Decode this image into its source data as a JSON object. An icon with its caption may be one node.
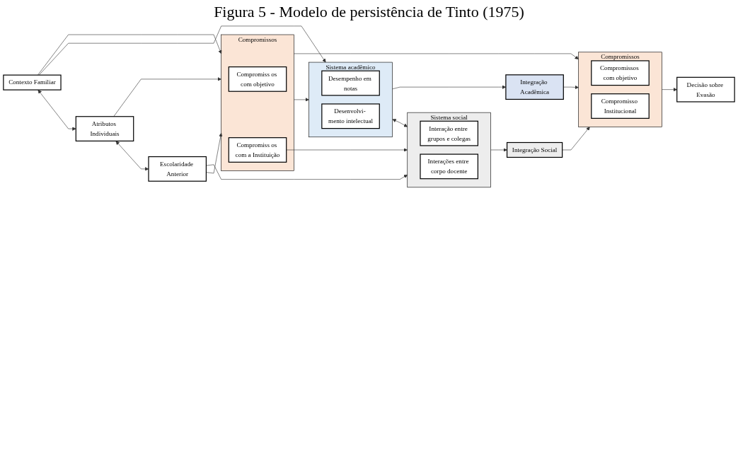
{
  "diagram": {
    "title": "Figura 5 - Modelo de persistência de Tinto (1975)",
    "nodes": [
      {
        "text": [
          "Contexto Familiar"
        ]
      },
      {
        "text": [
          "Atributos Individuais"
        ]
      },
      {
        "text": [
          "Escolaridade Anterior"
        ]
      },
      {
        "text": [
          "Compromissos"
        ]
      },
      {
        "text": [
          "Compromiss os com objetivo"
        ],
        "in": 3
      },
      {
        "text": [
          "Compromiss os com a Instituição"
        ],
        "in": 3
      },
      {
        "text": [
          "Sistema acadêmico"
        ]
      },
      {
        "text": [
          "Desempenho em notas"
        ],
        "in": 6
      },
      {
        "text": [
          "Desenvolvi- mento intelectual"
        ],
        "in": 6
      },
      {
        "text": [
          "Sistema social"
        ]
      },
      {
        "text": [
          "Interação entre grupos e colegas"
        ],
        "in": 9
      },
      {
        "text": [
          "Interações entre corpo docente"
        ],
        "in": 9
      },
      {
        "text": [
          "Integração Acadêmica"
        ]
      },
      {
        "text": [
          "Integração Social"
        ]
      },
      {
        "text": [
          "Compromissos"
        ]
      },
      {
        "text": [
          "Compromissos com objetivo"
        ],
        "in": 14
      },
      {
        "text": [
          "Compromisso Institucional"
        ],
        "in": 14
      },
      {
        "text": [
          "Decisão sobre Evasão"
        ]
      }
    ],
    "edges": [
      {
        "from": 0,
        "to": 6,
        "arrow": "to"
      },
      {
        "from": 0,
        "to": 3,
        "arrow": "to"
      },
      {
        "from": 0,
        "to": 1,
        "arrow": "both"
      },
      {
        "from": 1,
        "to": 2,
        "arrow": "both"
      },
      {
        "from": 1,
        "to": 3,
        "arrow": "to"
      },
      {
        "from": 2,
        "to": 3,
        "arrow": "to"
      },
      {
        "from": 2,
        "to": 9,
        "arrow": "to"
      },
      {
        "from": 3,
        "to": 6,
        "arrow": "to"
      },
      {
        "from": 5,
        "to": 9,
        "arrow": "to"
      },
      {
        "from": 6,
        "to": 9,
        "arrow": "both"
      },
      {
        "from": 6,
        "to": 12,
        "arrow": "to"
      },
      {
        "from": 9,
        "to": 13,
        "arrow": "to"
      },
      {
        "from": 12,
        "to": 14,
        "arrow": "to"
      },
      {
        "from": 13,
        "to": 14,
        "arrow": "to"
      },
      {
        "from": 3,
        "to": 14,
        "arrow": "to"
      },
      {
        "from": 14,
        "to": 17,
        "arrow": "to"
      }
    ]
  }
}
